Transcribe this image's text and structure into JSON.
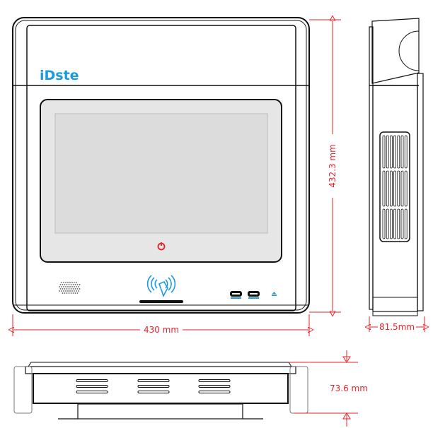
{
  "brand": {
    "logo_text": "iDste"
  },
  "dimensions": {
    "width": "430 mm",
    "height": "432.3 mm",
    "depth": "81.5mm",
    "bottom_depth": "73.6 mm"
  },
  "colors": {
    "dimension": "#e8202a",
    "brand": "#1a9be0",
    "power": "#e8202a"
  },
  "icons": [
    "power-icon",
    "nfc-icon",
    "usb-port-icon",
    "speaker-grille-icon"
  ]
}
